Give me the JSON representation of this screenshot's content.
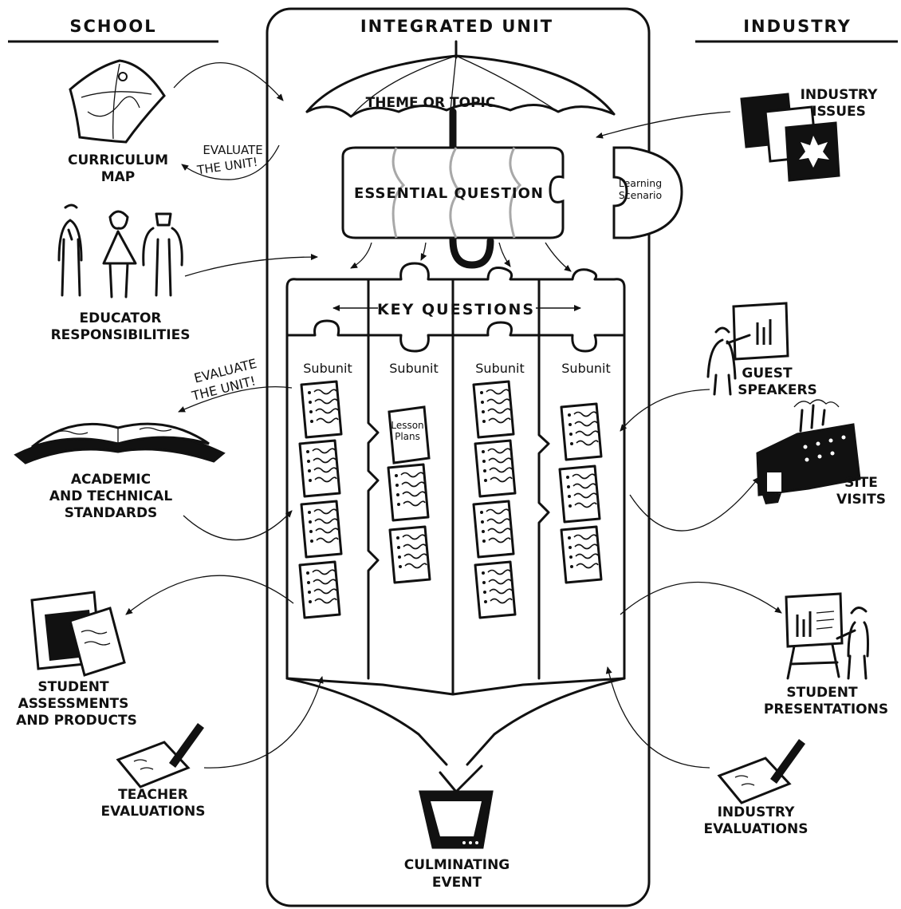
{
  "headers": {
    "school": "SCHOOL",
    "integrated_unit": "INTEGRATED UNIT",
    "industry": "INDUSTRY"
  },
  "center": {
    "theme": "THEME OR TOPIC",
    "essential_question": "ESSENTIAL QUESTION",
    "learning_scenario_line1": "Learning",
    "learning_scenario_line2": "Scenario",
    "key_questions": "KEY QUESTIONS",
    "subunits": [
      "Subunit",
      "Subunit",
      "Subunit",
      "Subunit"
    ],
    "lesson_plans_line1": "Lesson",
    "lesson_plans_line2": "Plans",
    "culminating_line1": "CULMINATING",
    "culminating_line2": "EVENT"
  },
  "school": {
    "curriculum_map": [
      "CURRICULUM",
      "MAP"
    ],
    "evaluate_top": [
      "EVALUATE",
      "THE UNIT!"
    ],
    "educator": [
      "EDUCATOR",
      "RESPONSIBILITIES"
    ],
    "evaluate_mid": [
      "EVALUATE",
      "THE UNIT!"
    ],
    "standards": [
      "ACADEMIC",
      "AND TECHNICAL",
      "STANDARDS"
    ],
    "assessments": [
      "STUDENT",
      "ASSESSMENTS",
      "AND PRODUCTS"
    ],
    "teacher_eval": [
      "TEACHER",
      "EVALUATIONS"
    ]
  },
  "industry": {
    "issues": [
      "INDUSTRY",
      "ISSUES"
    ],
    "speakers": [
      "GUEST",
      "SPEAKERS"
    ],
    "site_visits": [
      "SITE",
      "VISITS"
    ],
    "presentations": [
      "STUDENT",
      "PRESENTATIONS"
    ],
    "industry_eval": [
      "INDUSTRY",
      "EVALUATIONS"
    ]
  },
  "icons": [
    "map-icon",
    "people-icon",
    "book-icon",
    "report-icon",
    "pen-paper-icon",
    "framed-pictures-icon",
    "speaker-icon",
    "factory-icon",
    "presenter-icon",
    "umbrella-icon",
    "puzzle-icon",
    "document-icon",
    "television-icon"
  ]
}
